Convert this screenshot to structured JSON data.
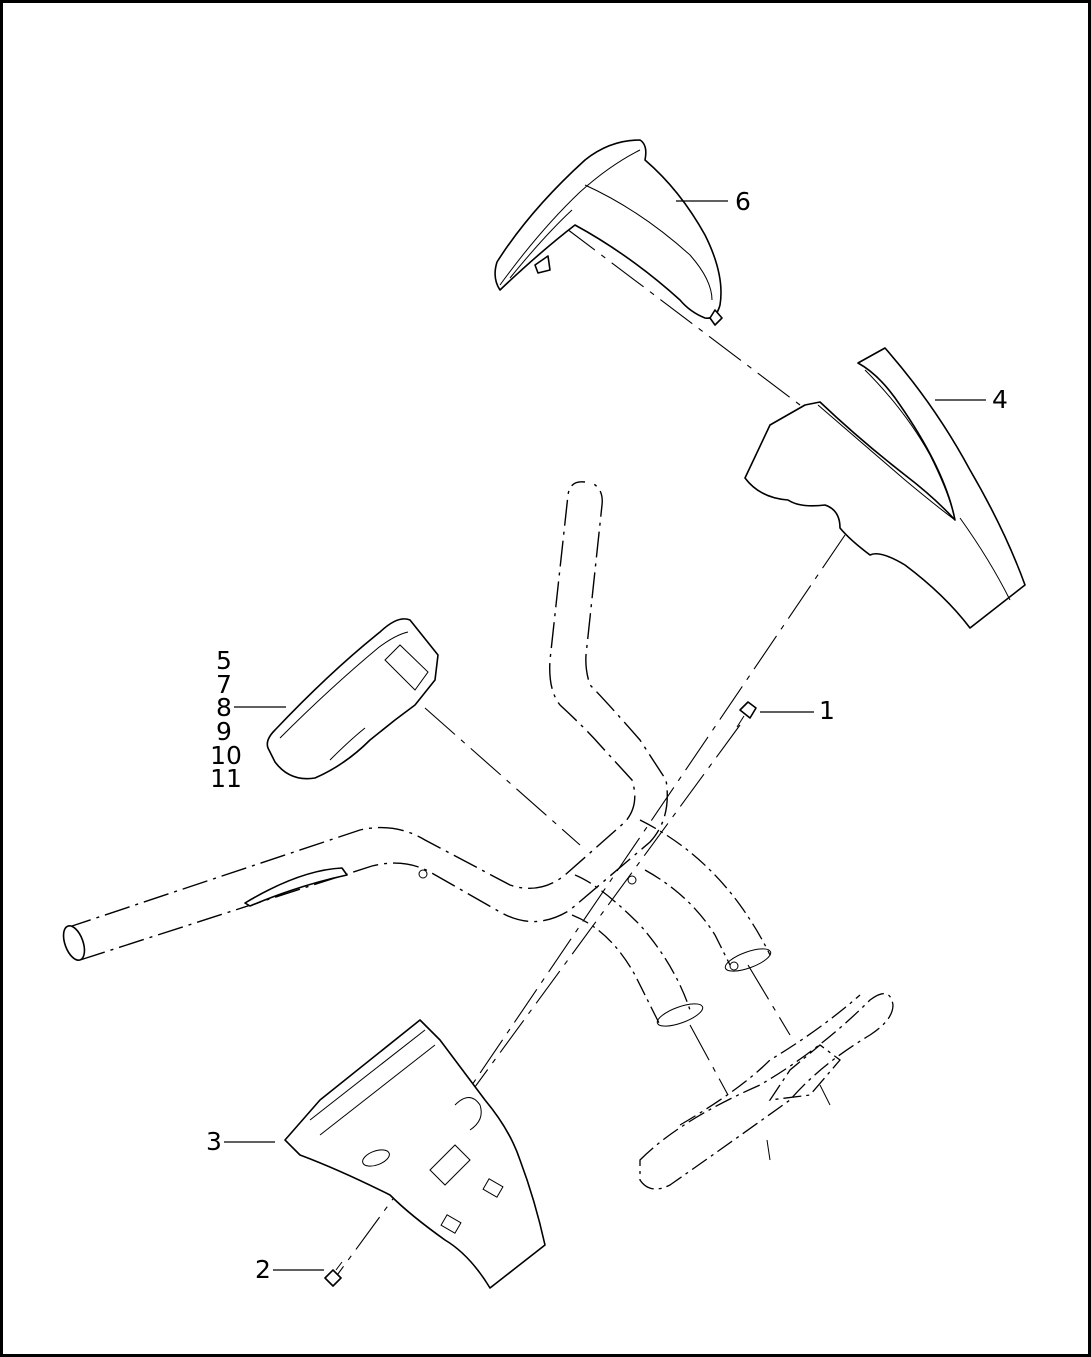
{
  "diagram": {
    "callouts": {
      "c1": "1",
      "c2": "2",
      "c3": "3",
      "c4": "4",
      "c6": "6",
      "stack": [
        "5",
        "7",
        "8",
        "9",
        "10",
        "11"
      ]
    }
  }
}
